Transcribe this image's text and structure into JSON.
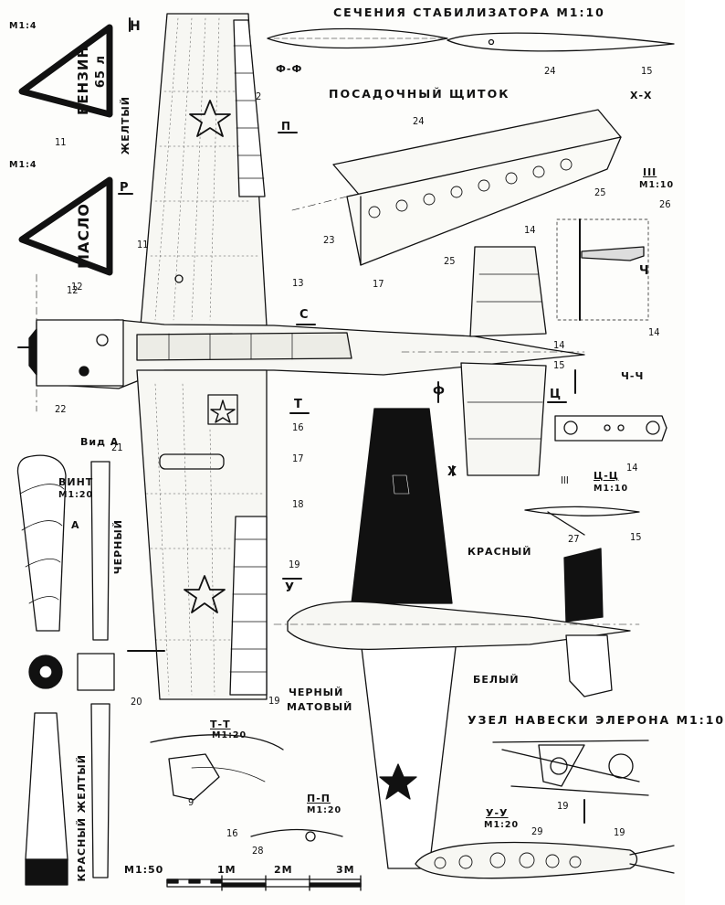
{
  "titles": {
    "stabilizer_sections": "СЕЧЕНИЯ СТАБИЛИЗАТОРА М1:10",
    "landing_flap": "ПОСАДОЧНЫЙ ЩИТОК",
    "aileron_hinge": "УЗЕЛ НАВЕСКИ ЭЛЕРОНА М1:10"
  },
  "warning_signs": [
    {
      "scale": "М1:4",
      "text_line1": "БЕНЗИН",
      "text_line2": "65 л",
      "color_note": "ЖЕЛТЫЙ",
      "callout": "11"
    },
    {
      "scale": "М1:4",
      "text_line1": "МАСЛО",
      "text_line2": "",
      "callout": "12"
    }
  ],
  "section_marks": {
    "n": "Н",
    "r": "Р",
    "p": "П",
    "s": "С",
    "t": "Т",
    "f": "Ф",
    "kh": "Х",
    "ts": "Ц",
    "ch": "Ч",
    "u": "У",
    "a": "А"
  },
  "section_labels": {
    "f_f": "Ф-Ф",
    "kh_kh": "Х-Х",
    "iii": "III",
    "iii_scale": "М1:10",
    "ch_ch": "Ч-Ч",
    "ts_ts": "Ц-Ц",
    "ts_ts_scale": "М1:10",
    "t_t": "Т-Т",
    "t_t_scale": "М1:20",
    "p_p": "П-П",
    "p_p_scale": "М1:20",
    "u_u": "У-У",
    "u_u_scale": "М1:20",
    "iii_marker": "III"
  },
  "propeller": {
    "view": "Вид А",
    "title": "ВИНТ",
    "scale": "М1:20",
    "color_black": "ЧЕРНЫЙ",
    "color_red_yellow": "КРАСНЫЙ   ЖЕЛТЫЙ"
  },
  "color_notes": {
    "red": "КРАСНЫЙ",
    "white": "БЕЛЫЙ",
    "matte_black_1": "ЧЕРНЫЙ",
    "matte_black_2": "МАТОВЫЙ"
  },
  "callouts": {
    "c2": "2",
    "c11": "11",
    "c12": "12",
    "c13": "13",
    "c14a": "14",
    "c14b": "14",
    "c14c": "14",
    "c14d": "14",
    "c15a": "15",
    "c15b": "15",
    "c15c": "15",
    "c16a": "16",
    "c16b": "16",
    "c17a": "17",
    "c17b": "17",
    "c18": "18",
    "c19a": "19",
    "c19b": "19",
    "c19c": "19",
    "c19d": "19",
    "c20": "20",
    "c21": "21",
    "c22": "22",
    "c23": "23",
    "c24a": "24",
    "c24b": "24",
    "c25a": "25",
    "c25b": "25",
    "c26": "26",
    "c27": "27",
    "c28": "28",
    "c29": "29",
    "c9": "9"
  },
  "scale_bar": {
    "scale": "М1:50",
    "ticks": [
      "1М",
      "2М",
      "3М"
    ]
  }
}
